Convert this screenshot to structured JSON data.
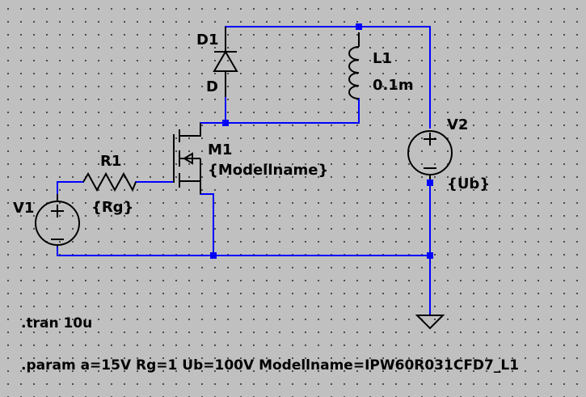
{
  "components": {
    "D1": {
      "ref": "D1",
      "value": "D"
    },
    "L1": {
      "ref": "L1",
      "value": "0.1m"
    },
    "V2": {
      "ref": "V2",
      "value": "{Ub}"
    },
    "M1": {
      "ref": "M1",
      "value": "{Modellname}"
    },
    "R1": {
      "ref": "R1",
      "value": "{Rg}"
    },
    "V1": {
      "ref": "V1"
    }
  },
  "directives": {
    "tran": ".tran 10u",
    "param": ".param a=15V Rg=1 Ub=100V Modellname=IPW60R031CFD7_L1"
  },
  "colors": {
    "background": "#c0c0c0",
    "wire": "#0000ff",
    "symbol": "#000000"
  }
}
